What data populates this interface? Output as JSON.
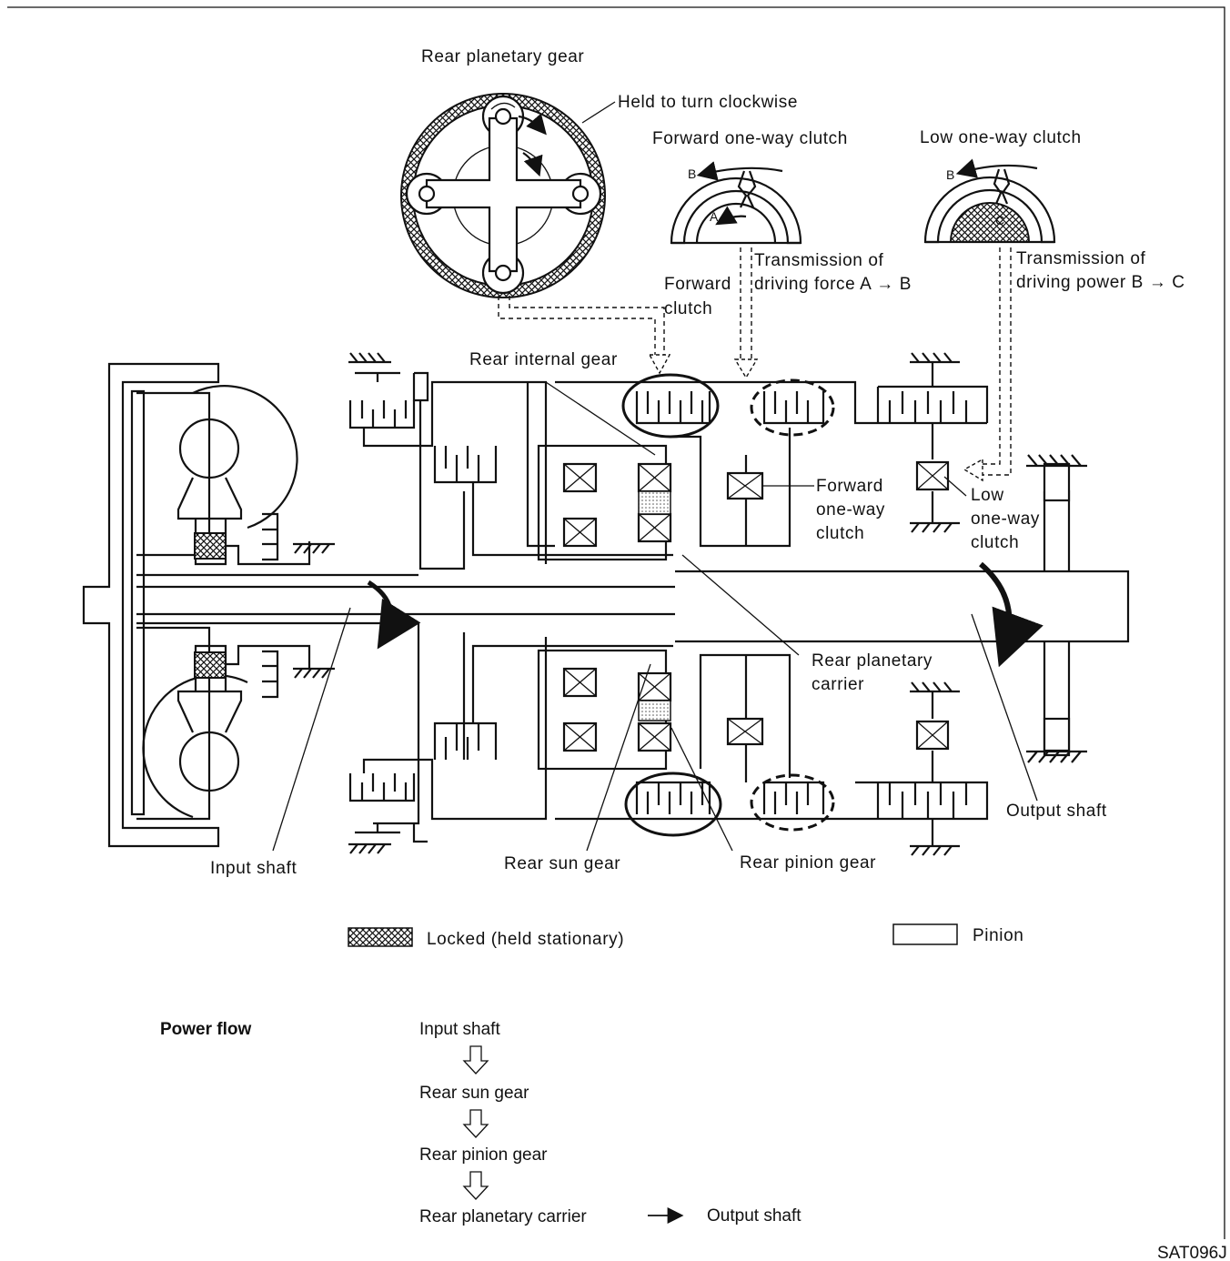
{
  "labels": {
    "rear_planetary_gear": "Rear planetary gear",
    "held_to_turn_clockwise": "Held to turn clockwise",
    "forward_one_way_clutch_top": "Forward one-way clutch",
    "low_one_way_clutch_top": "Low one-way clutch",
    "transmission_force_1": "Transmission of",
    "transmission_force_2": "driving force A → B",
    "transmission_power_1": "Transmission of",
    "transmission_power_2": "driving power B → C",
    "forward_clutch_1": "Forward",
    "forward_clutch_2": "clutch",
    "rear_internal_gear": "Rear internal gear",
    "forward_owc_1": "Forward",
    "forward_owc_2": "one-way",
    "forward_owc_3": "clutch",
    "low_owc_1": "Low",
    "low_owc_2": "one-way",
    "low_owc_3": "clutch",
    "rear_planetary_carrier_1": "Rear planetary",
    "rear_planetary_carrier_2": "carrier",
    "output_shaft": "Output shaft",
    "input_shaft": "Input shaft",
    "rear_sun_gear": "Rear sun gear",
    "rear_pinion_gear": "Rear pinion gear",
    "letter_a": "A",
    "letter_b1": "B",
    "letter_b2": "B",
    "letter_c": "C"
  },
  "legend": {
    "locked": "Locked (held stationary)",
    "pinion": "Pinion"
  },
  "power_flow": {
    "title": "Power flow",
    "steps": [
      "Input shaft",
      "Rear sun gear",
      "Rear pinion gear",
      "Rear planetary carrier"
    ],
    "final": "Output shaft"
  },
  "code": "SAT096J"
}
